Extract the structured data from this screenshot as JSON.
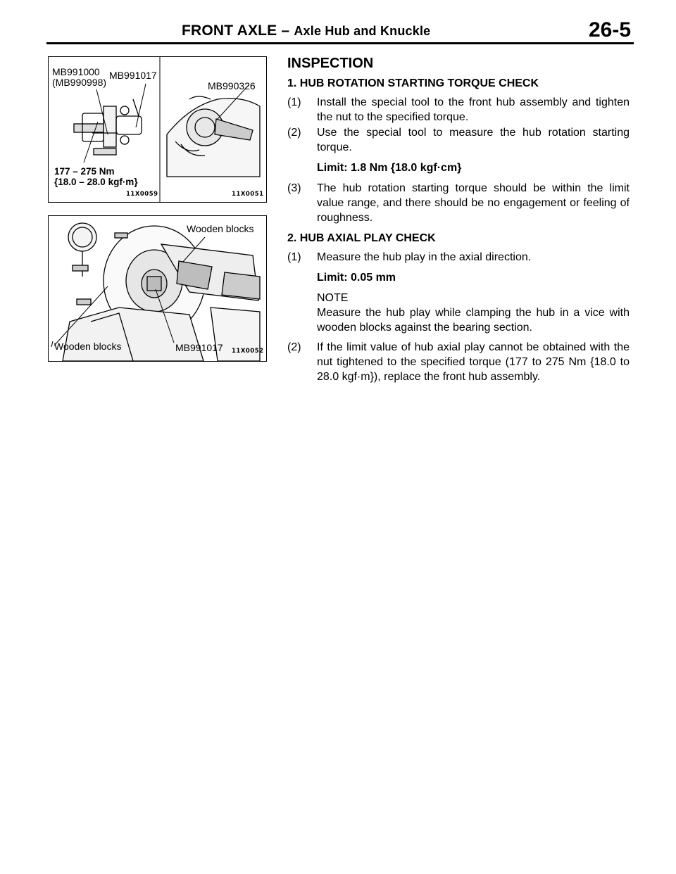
{
  "header": {
    "title_main": "FRONT AXLE –",
    "title_sub": "Axle Hub and Knuckle",
    "page_number": "26-5"
  },
  "figure1": {
    "labels": {
      "mb991000": "MB991000",
      "mb990998": "(MB990998)",
      "mb991017": "MB991017",
      "mb990326": "MB990326",
      "torque_nm": "177 – 275 Nm",
      "torque_kgf": "{18.0 – 28.0 kgf·m}"
    },
    "codes": {
      "left": "11X0059",
      "right": "11X0051"
    }
  },
  "figure2": {
    "labels": {
      "wooden_blocks_top": "Wooden blocks",
      "wooden_blocks_bottom": "Wooden blocks",
      "mb991017": "MB991017"
    },
    "code": "11X0052"
  },
  "inspection": {
    "heading": "INSPECTION",
    "section1": {
      "title": "1. HUB ROTATION STARTING TORQUE CHECK",
      "step1_num": "(1)",
      "step1_text": "Install the special tool to the front hub assembly and tighten the nut to the specified torque.",
      "step2_num": "(2)",
      "step2_text": "Use the special tool to measure the hub rotation starting torque.",
      "limit": "Limit: 1.8 Nm {18.0 kgf·cm}",
      "step3_num": "(3)",
      "step3_text": "The hub rotation starting torque should be within the limit value range, and there should be no engagement or feeling of roughness."
    },
    "section2": {
      "title": "2. HUB AXIAL PLAY CHECK",
      "step1_num": "(1)",
      "step1_text": "Measure the hub play in the axial direction.",
      "limit": "Limit: 0.05 mm",
      "note_label": "NOTE",
      "note_text": "Measure the hub play while clamping the hub in a vice with wooden blocks against the bearing section.",
      "step2_num": "(2)",
      "step2_text": "If the limit value of hub axial play cannot be obtained with the nut tightened to the specified torque (177 to 275 Nm {18.0 to 28.0 kgf·m}), replace the front hub assembly."
    }
  }
}
